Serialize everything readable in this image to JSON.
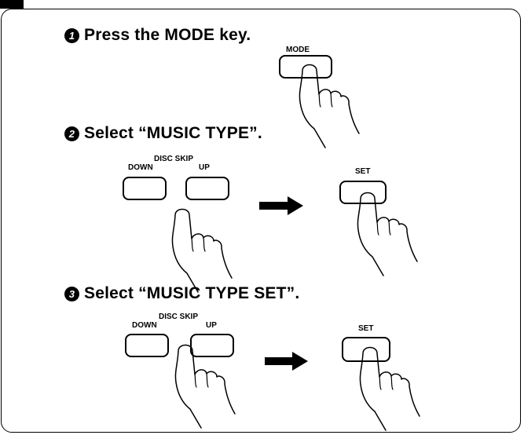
{
  "steps": [
    {
      "number": "1",
      "text": "Press the MODE key."
    },
    {
      "number": "2",
      "text": "Select “MUSIC TYPE”."
    },
    {
      "number": "3",
      "text": "Select “MUSIC TYPE SET”."
    }
  ],
  "keys": {
    "mode": "MODE",
    "disc_skip": "DISC SKIP",
    "down": "DOWN",
    "up": "UP",
    "set": "SET"
  },
  "icons": [
    "finger-press-icon",
    "right-arrow-icon"
  ]
}
